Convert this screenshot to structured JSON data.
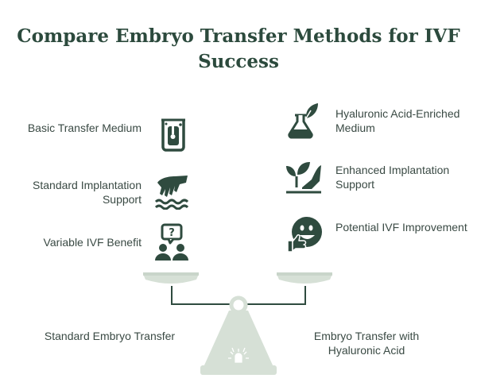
{
  "title": "Compare Embryo Transfer Methods for IVF Success",
  "left": {
    "items": [
      {
        "label": "Basic Transfer Medium",
        "icon": "beaker-icon"
      },
      {
        "label": "Standard Implantation Support",
        "icon": "hand-over-water-icon"
      },
      {
        "label": "Variable IVF Benefit",
        "icon": "people-question-icon"
      }
    ],
    "base_label": "Standard Embryo Transfer"
  },
  "right": {
    "items": [
      {
        "label": "Hyaluronic Acid-Enriched Medium",
        "icon": "flask-leaf-icon"
      },
      {
        "label": "Enhanced Implantation Support",
        "icon": "hand-sprout-icon"
      },
      {
        "label": "Potential IVF Improvement",
        "icon": "smiley-thumbs-up-icon"
      }
    ],
    "base_label": "Embryo Transfer with Hyaluronic Acid"
  },
  "colors": {
    "dark": "#2f4b3f",
    "scale": "#d6e0d6",
    "scale_dark": "#c3d0c4",
    "title": "#2c4a3d"
  }
}
